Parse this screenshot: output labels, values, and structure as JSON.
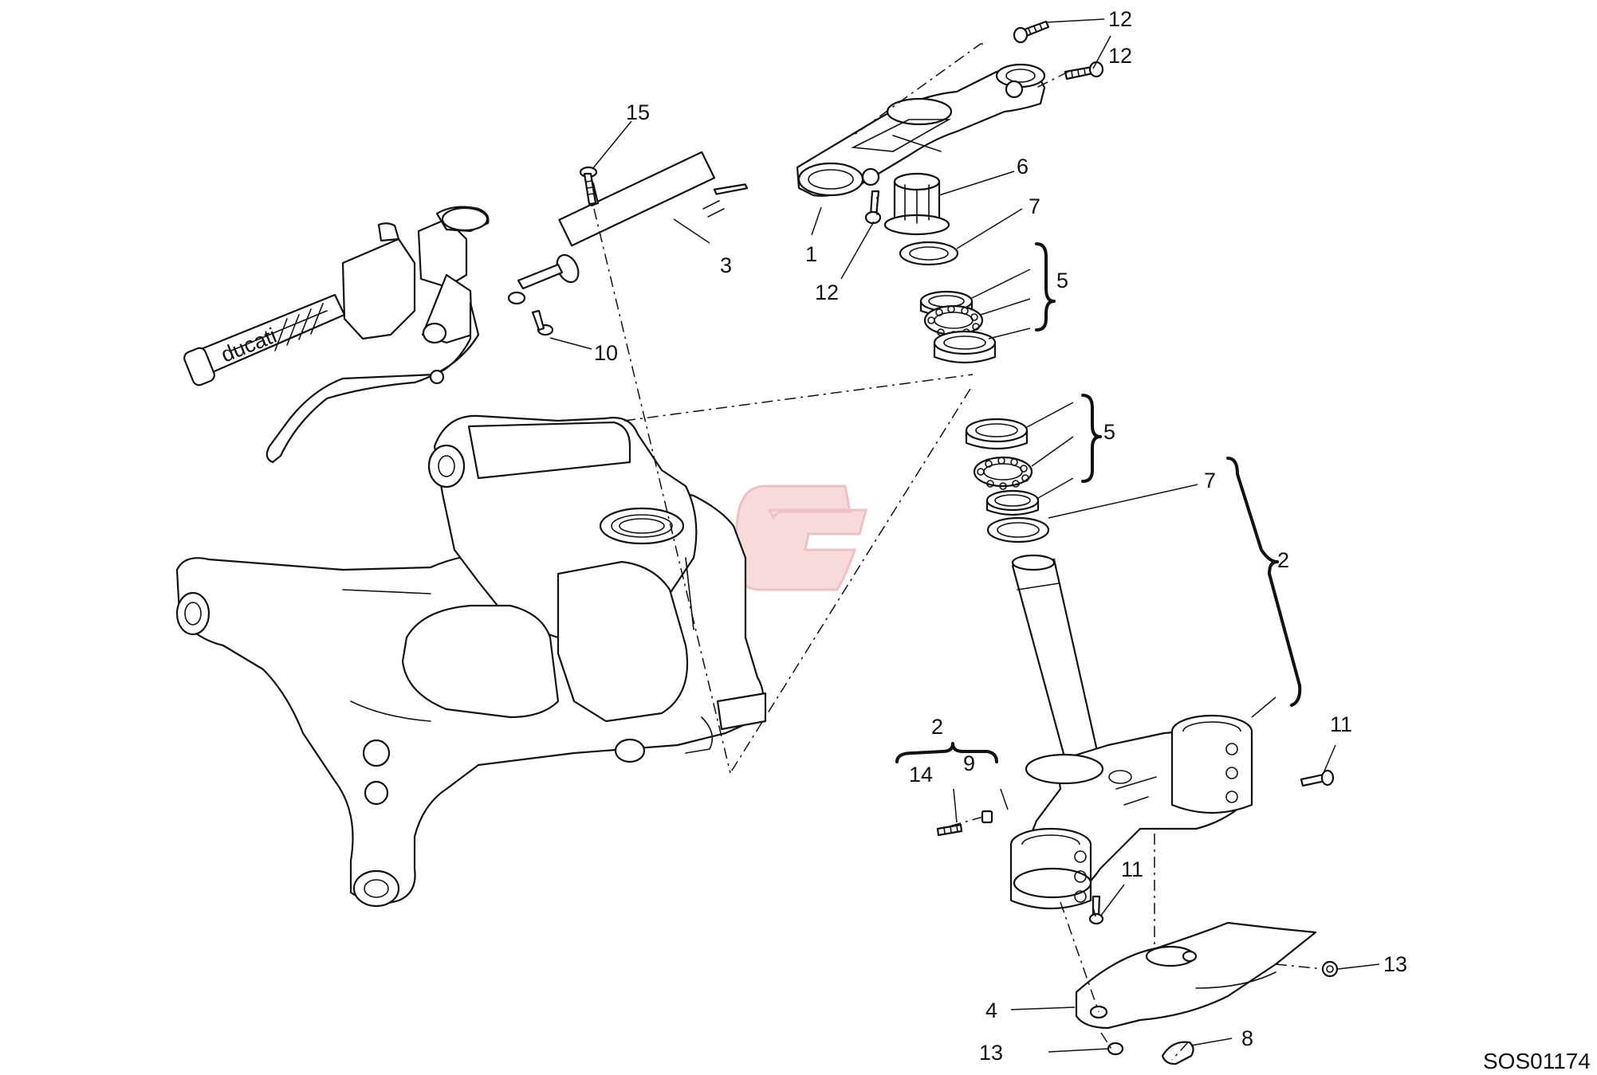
{
  "drawing_code": "SOS01174",
  "watermark_letter": "G",
  "callouts": {
    "c1": "1",
    "c2_brace": "2",
    "c2_small": "2",
    "c3": "3",
    "c4": "4",
    "c5_upper": "5",
    "c5_lower": "5",
    "c6": "6",
    "c7_upper": "7",
    "c7_lower": "7",
    "c8": "8",
    "c9": "9",
    "c10": "10",
    "c11_right": "11",
    "c11_mid": "11",
    "c12_top": "12",
    "c12_right": "12",
    "c12_left": "12",
    "c13_right": "13",
    "c13_bottom": "13",
    "c14": "14",
    "c15": "15"
  },
  "grip_brand": "ducati",
  "colors": {
    "line": "#111111",
    "watermark": "#f7dada"
  }
}
